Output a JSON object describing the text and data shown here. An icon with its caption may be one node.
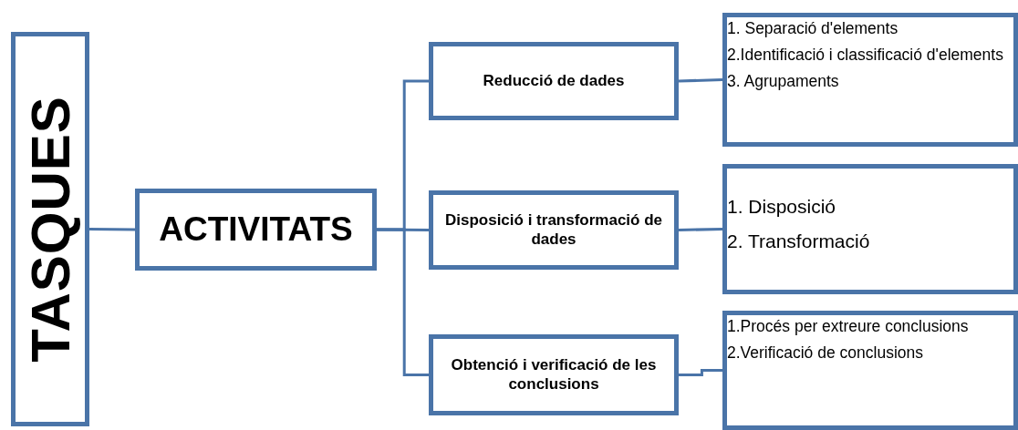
{
  "diagram": {
    "nodes": [
      {
        "text": [
          "TASQUES"
        ]
      },
      {
        "text": [
          "ACTIVITATS"
        ]
      },
      {
        "text": [
          "Reducció de dades"
        ]
      },
      {
        "text": [
          "Disposició i transformació de dades"
        ]
      },
      {
        "text": [
          "Obtenció i verificació de les conclusions"
        ]
      },
      {
        "text": [
          "1. Separació d'elements",
          "2.Identificació i classificació d'elements",
          "3. Agrupaments"
        ]
      },
      {
        "text": [
          "1. Disposició",
          "2. Transformació"
        ]
      },
      {
        "text": [
          "1.Procés per extreure conclusions",
          "2.Verificació de conclusions"
        ]
      }
    ],
    "edges": [
      {
        "from": 0,
        "to": 1,
        "arrow": "none"
      },
      {
        "from": 1,
        "to": 2,
        "arrow": "none"
      },
      {
        "from": 1,
        "to": 3,
        "arrow": "none"
      },
      {
        "from": 1,
        "to": 4,
        "arrow": "none"
      },
      {
        "from": 2,
        "to": 5,
        "arrow": "none"
      },
      {
        "from": 3,
        "to": 6,
        "arrow": "none"
      },
      {
        "from": 4,
        "to": 7,
        "arrow": "none"
      }
    ]
  }
}
